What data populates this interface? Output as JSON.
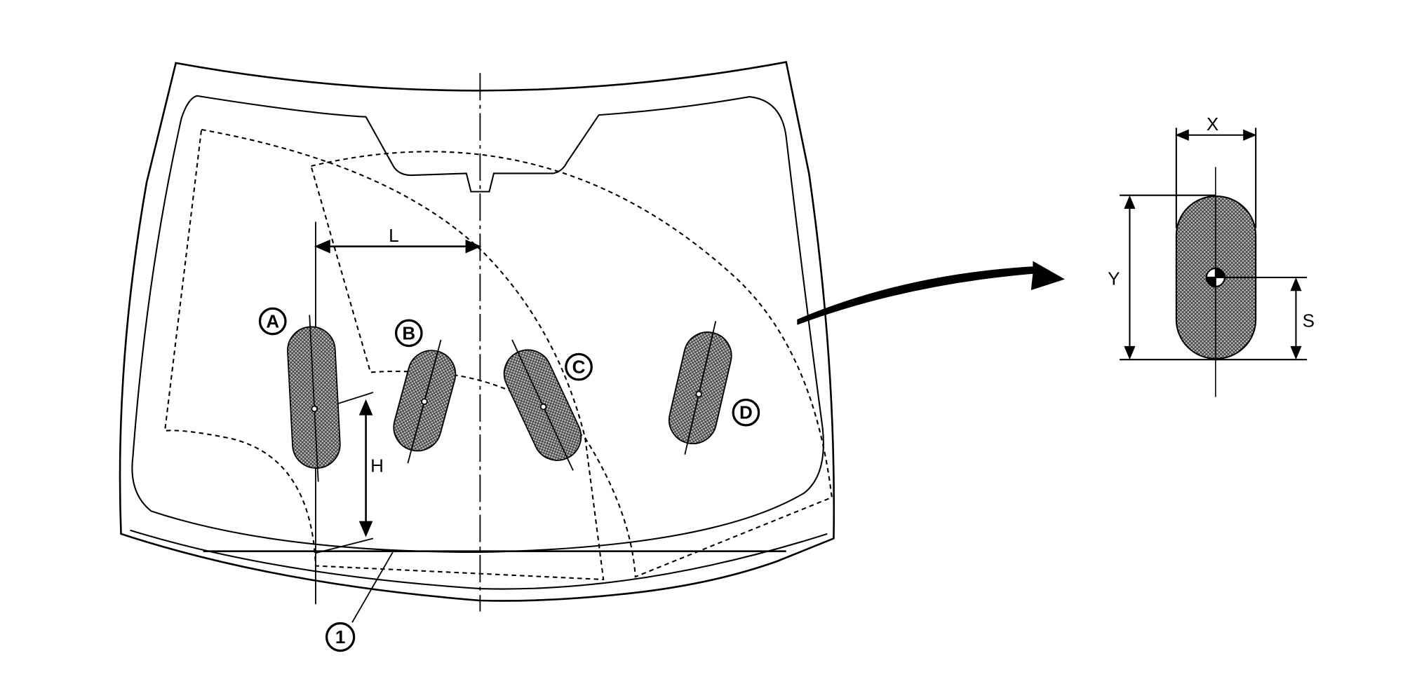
{
  "diagram": {
    "callouts": [
      "A",
      "B",
      "C",
      "D"
    ],
    "part_number": "1",
    "dimensions": {
      "L": "L",
      "H": "H",
      "X": "X",
      "Y": "Y",
      "S": "S"
    },
    "colors": {
      "line": "#000000",
      "fill": "#888888",
      "background": "#ffffff"
    }
  }
}
